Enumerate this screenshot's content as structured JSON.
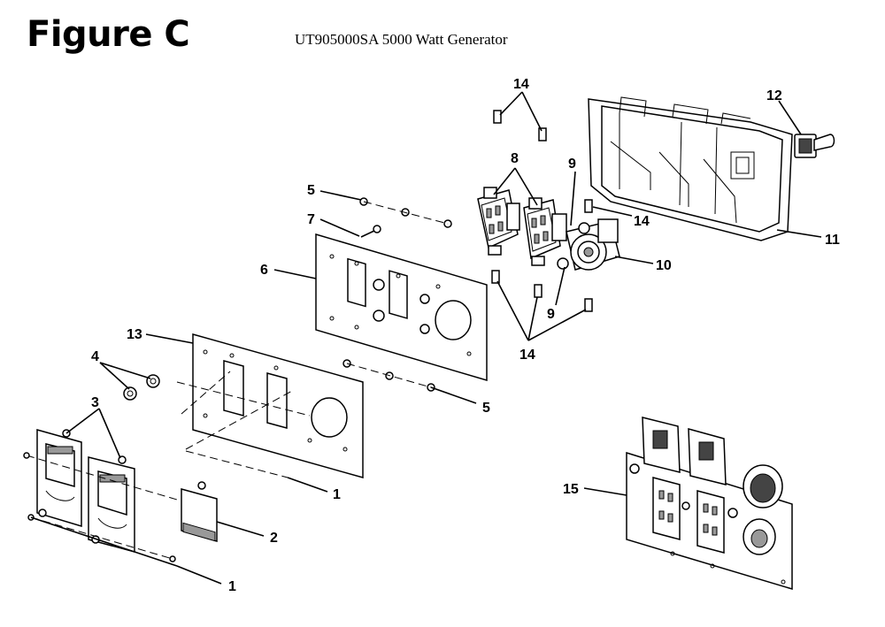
{
  "figure": {
    "title": "Figure C",
    "subtitle": "UT905000SA 5000 Watt Generator"
  },
  "callouts": {
    "c1a": "1",
    "c1b": "1",
    "c2": "2",
    "c3": "3",
    "c4": "4",
    "c5a": "5",
    "c5b": "5",
    "c6": "6",
    "c7": "7",
    "c8": "8",
    "c9a": "9",
    "c9b": "9",
    "c10": "10",
    "c11": "11",
    "c12": "12",
    "c13": "13",
    "c14a": "14",
    "c14b": "14",
    "c14c": "14",
    "c15": "15"
  }
}
